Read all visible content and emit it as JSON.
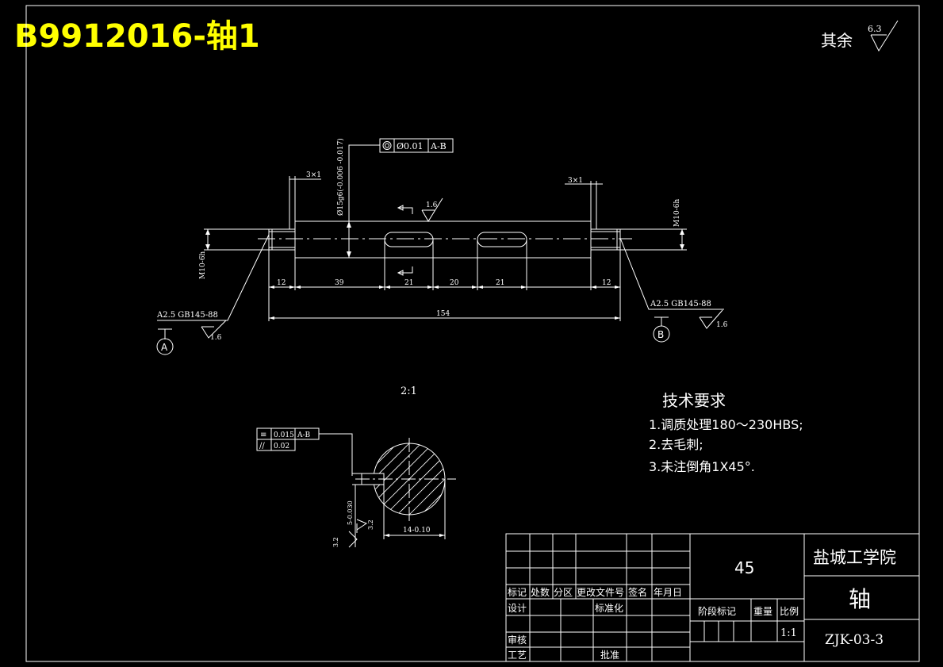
{
  "header": {
    "title": "B9912016-轴1"
  },
  "roughness_note": {
    "label": "其余",
    "value": "6.3"
  },
  "front_view": {
    "runout_tol": {
      "value": "Ø0.01",
      "datum": "A-B"
    },
    "chamfer_left": "3×1",
    "chamfer_right": "3×1",
    "dia_main": "Ø15g6(-0.006 -0.017)",
    "thread_left": "M10-6h",
    "thread_right": "M10-6h",
    "roughness_top": "1.6",
    "dims": [
      "12",
      "39",
      "21",
      "20",
      "21",
      "12"
    ],
    "overall": "154",
    "center_left": "A2.5  GB145-88",
    "center_right": "A2.5  GB145-88",
    "datum_a": "A",
    "datum_b": "B",
    "rough_left": "1.6",
    "rough_right": "1.6"
  },
  "section_view": {
    "scale": "2:1",
    "sym_tol": {
      "value": "0.015",
      "datum": "A-B"
    },
    "par_tol": {
      "value": "0.02"
    },
    "key_width": "5-0.030",
    "depth": "14-0.10",
    "rough_1": "3.2",
    "rough_2": "3.2"
  },
  "tech_req": {
    "title": "技术要求",
    "items": [
      "1.调质处理180～230HBS;",
      "2.去毛刺;",
      "3.未注倒角1X45°."
    ]
  },
  "title_block": {
    "material": "45",
    "school": "盐城工学院",
    "part_name": "轴",
    "drawing_no": "ZJK-03-3",
    "scale_value": "1:1",
    "headers": [
      "标记",
      "处数",
      "分区",
      "更改文件号",
      "签名",
      "年月日"
    ],
    "design": "设计",
    "standard": "标准化",
    "review": "审核",
    "craft": "工艺",
    "approve": "批准",
    "stage": "阶段标记",
    "weight": "重量",
    "ratio": "比例"
  }
}
